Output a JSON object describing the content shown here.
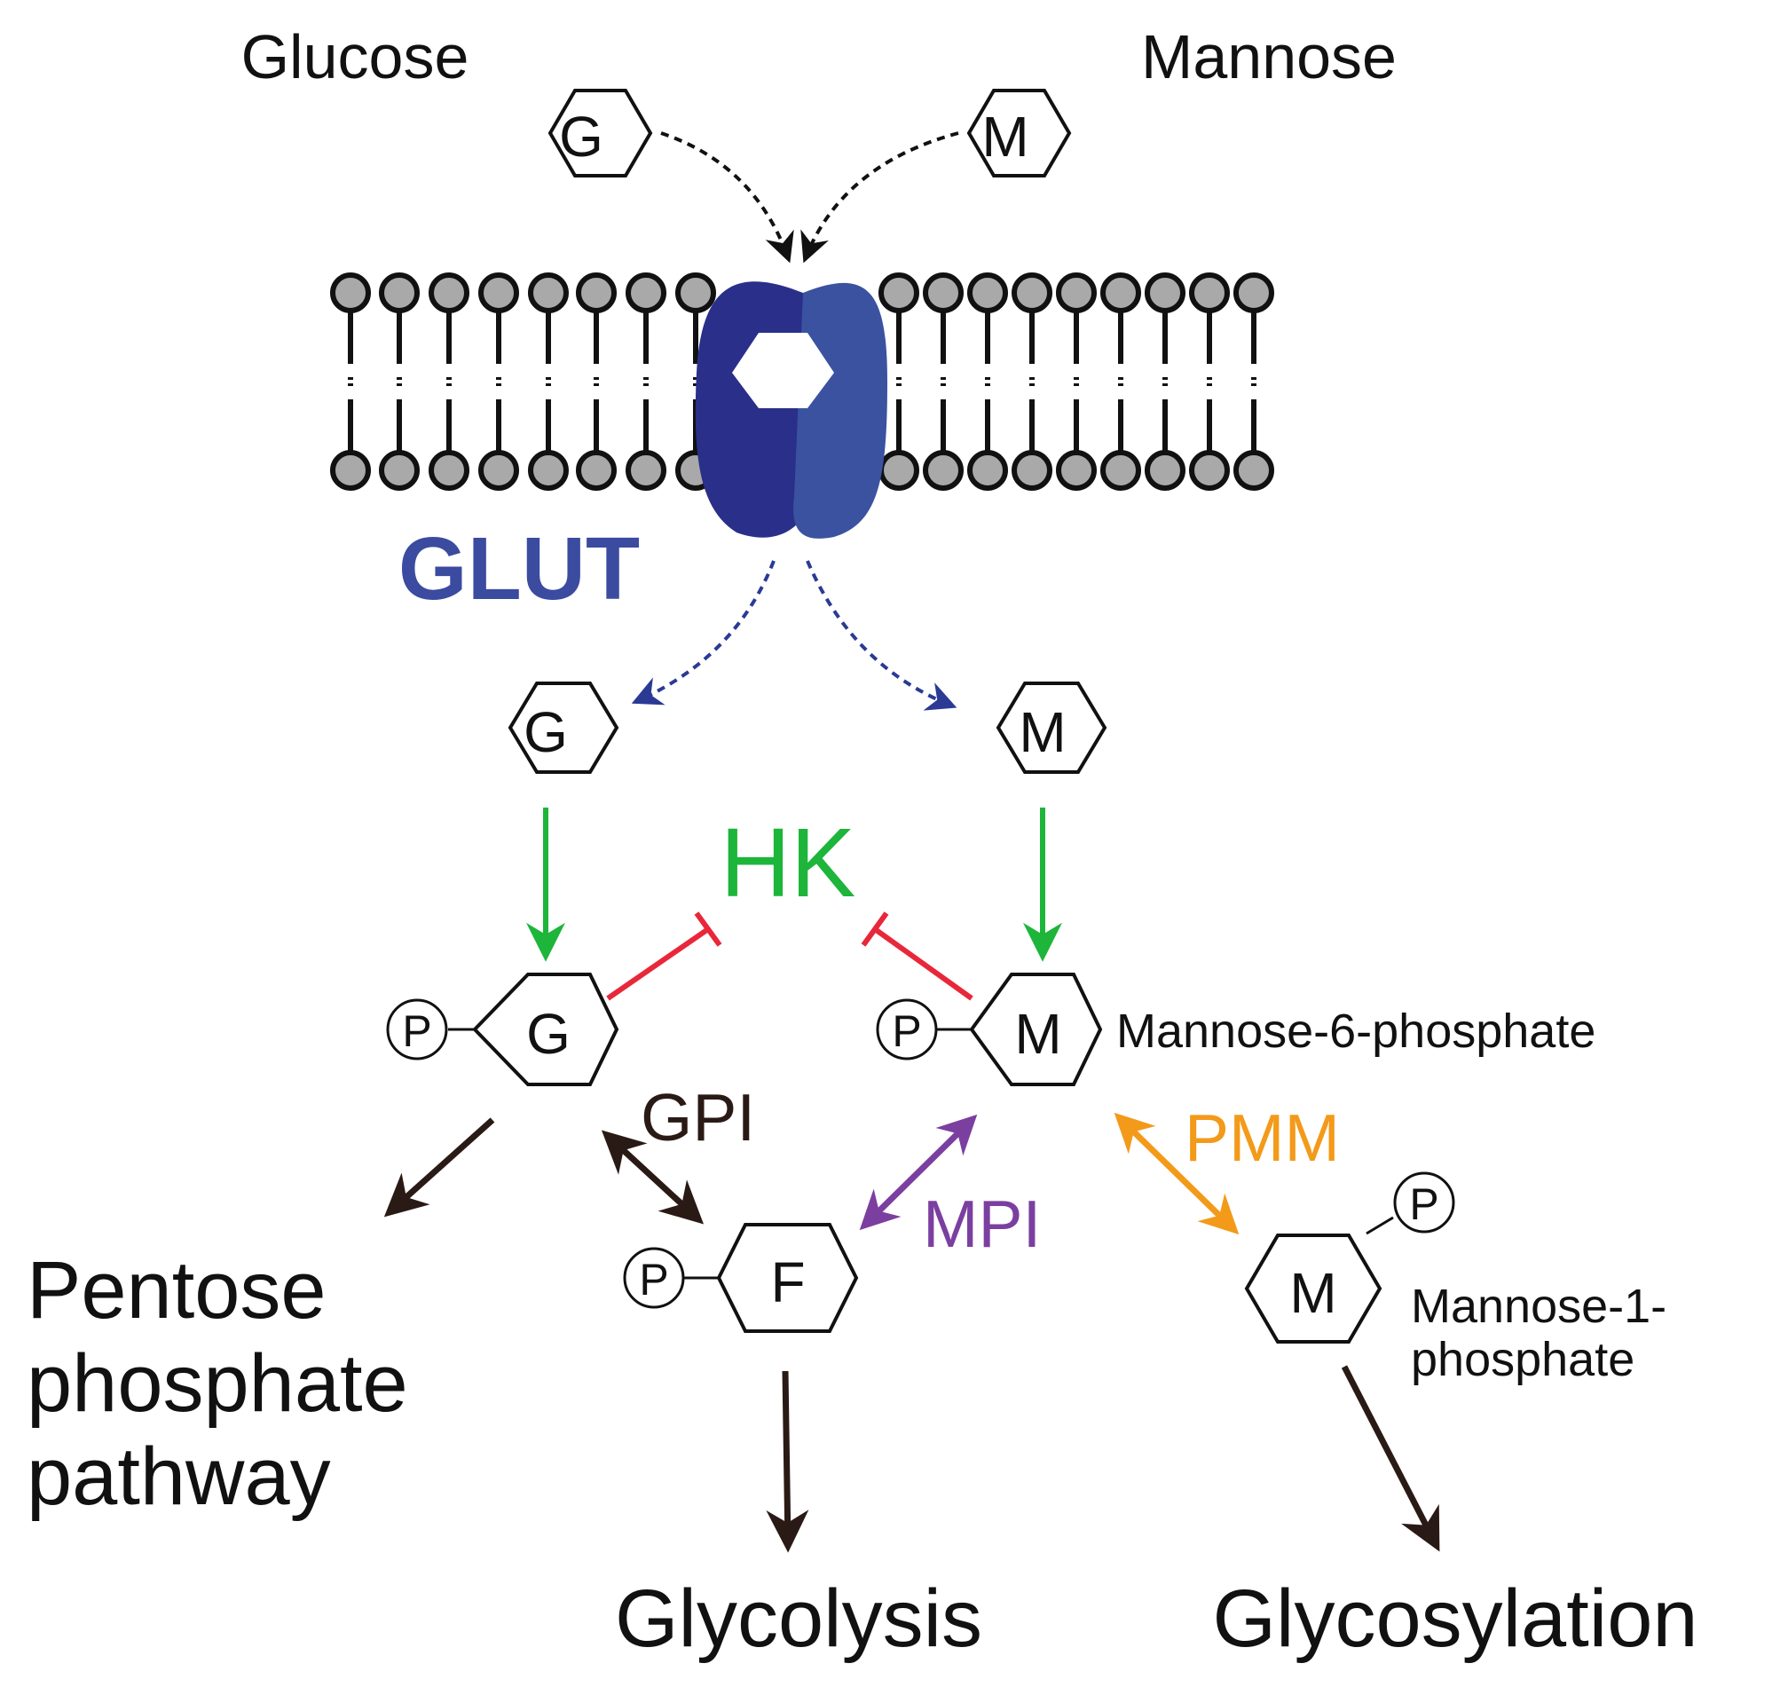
{
  "labels": {
    "glucose": "Glucose",
    "mannose": "Mannose",
    "glut": "GLUT",
    "hk": "HK",
    "gpi": "GPI",
    "mpi": "MPI",
    "pmm": "PMM",
    "mannose_6_phosphate": "Mannose-6-phosphate",
    "mannose_1_phosphate_line1": "Mannose-1-",
    "mannose_1_phosphate_line2": "phosphate",
    "pentose_line1": "Pentose",
    "pentose_line2": "phosphate",
    "pentose_line3": "pathway",
    "glycolysis": "Glycolysis",
    "glycosylation": "Glycosylation"
  },
  "symbols": {
    "glucose": "G",
    "mannose": "M",
    "fructose": "F",
    "phosphate": "P"
  },
  "colors": {
    "glut_dark": "#2a2f8a",
    "glut_light": "#3a52a0",
    "glut_text": "#3b4ba0",
    "hk": "#1db53a",
    "inhibition": "#e8283a",
    "gpi": "#2a1a16",
    "mpi": "#7b3fa0",
    "pmm": "#f39a1a",
    "main_arrow": "#2a1a16",
    "membrane_head": "#a9a9a9"
  }
}
